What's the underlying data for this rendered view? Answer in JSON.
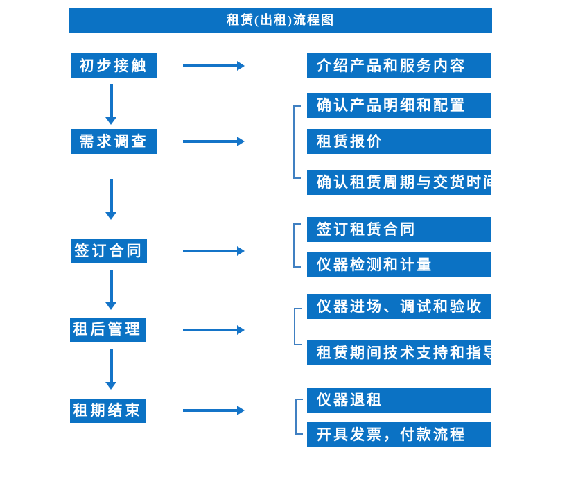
{
  "title": "租赁(出租)流程图",
  "colors": {
    "box_blue": "#0b72c4",
    "arrow_blue": "#1474c8",
    "bracket_blue": "#4080c2",
    "text_white": "#ffffff",
    "background": "#ffffff"
  },
  "steps": [
    {
      "label": "初步接触",
      "details": [
        "介绍产品和服务内容"
      ]
    },
    {
      "label": "需求调查",
      "details": [
        "确认产品明细和配置",
        "租赁报价",
        "确认租赁周期与交货时间"
      ]
    },
    {
      "label": "签订合同",
      "details": [
        "签订租赁合同",
        "仪器检测和计量"
      ]
    },
    {
      "label": "租后管理",
      "details": [
        "仪器进场、调试和验收",
        "租赁期间技术支持和指导"
      ]
    },
    {
      "label": "租期结束",
      "details": [
        "仪器退租",
        "开具发票，付款流程"
      ]
    }
  ]
}
